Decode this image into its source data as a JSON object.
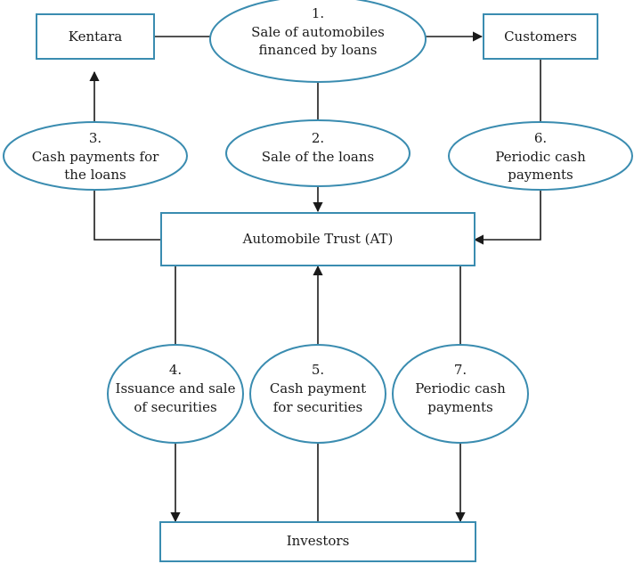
{
  "nodes": {
    "kentara": "Kentara",
    "customers": "Customers",
    "trust": "Automobile Trust (AT)",
    "investors": "Investors"
  },
  "steps": {
    "s1": {
      "num": "1.",
      "line1": "Sale of automobiles",
      "line2": "financed by loans"
    },
    "s2": {
      "num": "2.",
      "line1": "Sale of the loans"
    },
    "s3": {
      "num": "3.",
      "line1": "Cash payments for",
      "line2": "the loans"
    },
    "s4": {
      "num": "4.",
      "line1": "Issuance and sale",
      "line2": "of securities"
    },
    "s5": {
      "num": "5.",
      "line1": "Cash payment",
      "line2": "for securities"
    },
    "s6": {
      "num": "6.",
      "line1": "Periodic cash",
      "line2": "payments"
    },
    "s7": {
      "num": "7.",
      "line1": "Periodic cash",
      "line2": "payments"
    }
  },
  "colors": {
    "shape_border": "#3a8cb0",
    "line": "#1a1a1a"
  }
}
